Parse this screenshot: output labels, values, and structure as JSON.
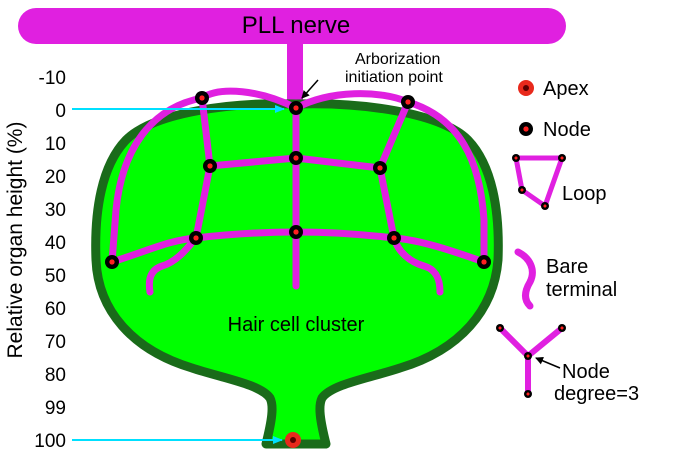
{
  "nerve": {
    "label": "PLL nerve"
  },
  "annotations": {
    "arborization_line1": "Arborization",
    "arborization_line2": "initiation point",
    "cluster_label": "Hair cell cluster"
  },
  "y_axis": {
    "label": "Relative organ height (%)",
    "ticks": [
      "-10",
      "0",
      "10",
      "20",
      "30",
      "40",
      "50",
      "60",
      "70",
      "80",
      "99",
      "100"
    ]
  },
  "legend": {
    "apex": "Apex",
    "node": "Node",
    "loop": "Loop",
    "bare_line1": "Bare",
    "bare_line2": "terminal",
    "degree_line1": "Node",
    "degree_line2": "degree=3"
  },
  "colors": {
    "nerve": "#e020e0",
    "cluster_fill": "#00ff00",
    "cluster_border": "#1a6b1a",
    "node": "#000000",
    "apex": "#e8291c",
    "arrow": "#00e0ff"
  }
}
